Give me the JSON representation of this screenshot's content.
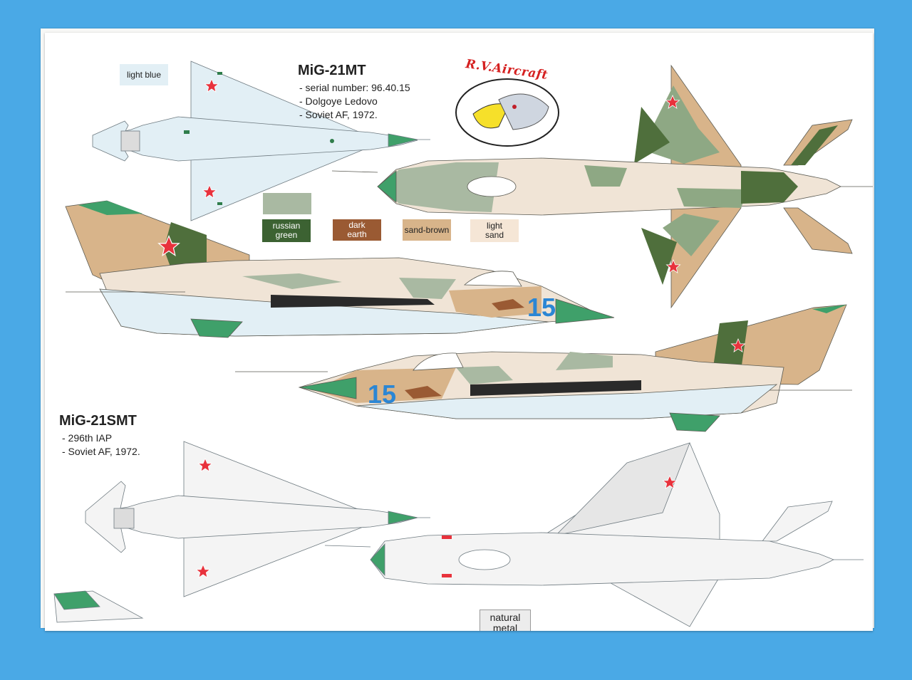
{
  "top_aircraft": {
    "title": "MiG-21MT",
    "lines": [
      "- serial number: 96.40.15",
      "- Dolgoye Ledovo",
      "- Soviet  AF, 1972."
    ],
    "nose_number": "15"
  },
  "bottom_aircraft": {
    "title": "MiG-21SMT",
    "lines": [
      "- 296th IAP",
      "- Soviet  AF, 1972."
    ]
  },
  "logo": {
    "text": "R.V.Aircraft"
  },
  "labels": {
    "light_blue": "light blue",
    "natural_metal_1": "natural",
    "natural_metal_2": "metal"
  },
  "swatches": [
    {
      "line1": "",
      "line2": "",
      "color": "#a9b9a2"
    },
    {
      "line1": "russian",
      "line2": "green",
      "color": "#3c6232"
    },
    {
      "line1": "dark",
      "line2": "earth",
      "color": "#9a5a33"
    },
    {
      "line1": "sand-brown",
      "line2": "",
      "color": "#d8b48a"
    },
    {
      "line1": "light",
      "line2": "sand",
      "color": "#f5e6d6"
    }
  ],
  "colors": {
    "background": "#4aa9e6",
    "russian_green": "#3c6232",
    "dark_earth": "#9a5a33",
    "sand_brown": "#d8b48a",
    "light_sand": "#f5e6d6",
    "light_blue": "#e2eff5",
    "camo_green": "#8ea884",
    "nose_green": "#3fa06a",
    "star_red": "#e8323c",
    "number_blue": "#2b86d4"
  }
}
